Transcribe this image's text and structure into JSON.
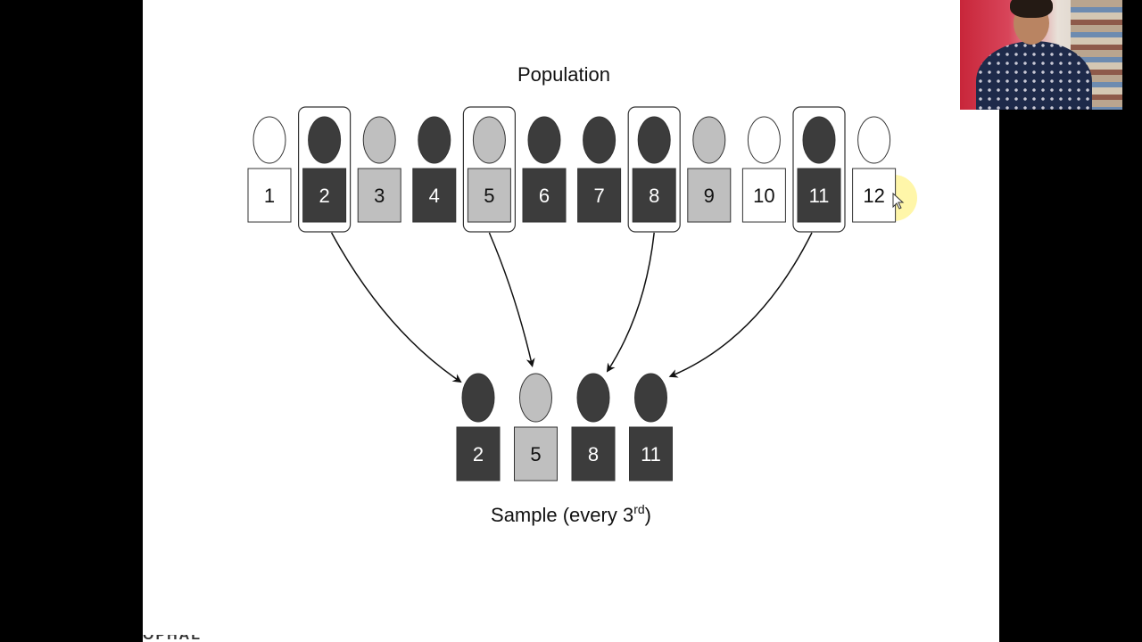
{
  "title": "Population",
  "sample_label_main": "Sample (every 3",
  "sample_label_sup": "rd",
  "sample_label_close": ")",
  "population": [
    {
      "n": "1",
      "shade": "white",
      "selected": false
    },
    {
      "n": "2",
      "shade": "dark",
      "selected": true
    },
    {
      "n": "3",
      "shade": "light",
      "selected": false
    },
    {
      "n": "4",
      "shade": "dark",
      "selected": false
    },
    {
      "n": "5",
      "shade": "light",
      "selected": true
    },
    {
      "n": "6",
      "shade": "dark",
      "selected": false
    },
    {
      "n": "7",
      "shade": "dark",
      "selected": false
    },
    {
      "n": "8",
      "shade": "dark",
      "selected": true
    },
    {
      "n": "9",
      "shade": "light",
      "selected": false
    },
    {
      "n": "10",
      "shade": "white",
      "selected": false
    },
    {
      "n": "11",
      "shade": "dark",
      "selected": true
    },
    {
      "n": "12",
      "shade": "white",
      "selected": false
    }
  ],
  "sample": [
    {
      "n": "2",
      "shade": "dark"
    },
    {
      "n": "5",
      "shade": "light"
    },
    {
      "n": "8",
      "shade": "dark"
    },
    {
      "n": "11",
      "shade": "dark"
    }
  ],
  "colors": {
    "dark": "#3c3c3c",
    "light": "#bfbfbf",
    "white": "#ffffff",
    "outline": "#333333",
    "cursor_highlight": "#fff59a"
  },
  "watermark": "OPHAL"
}
